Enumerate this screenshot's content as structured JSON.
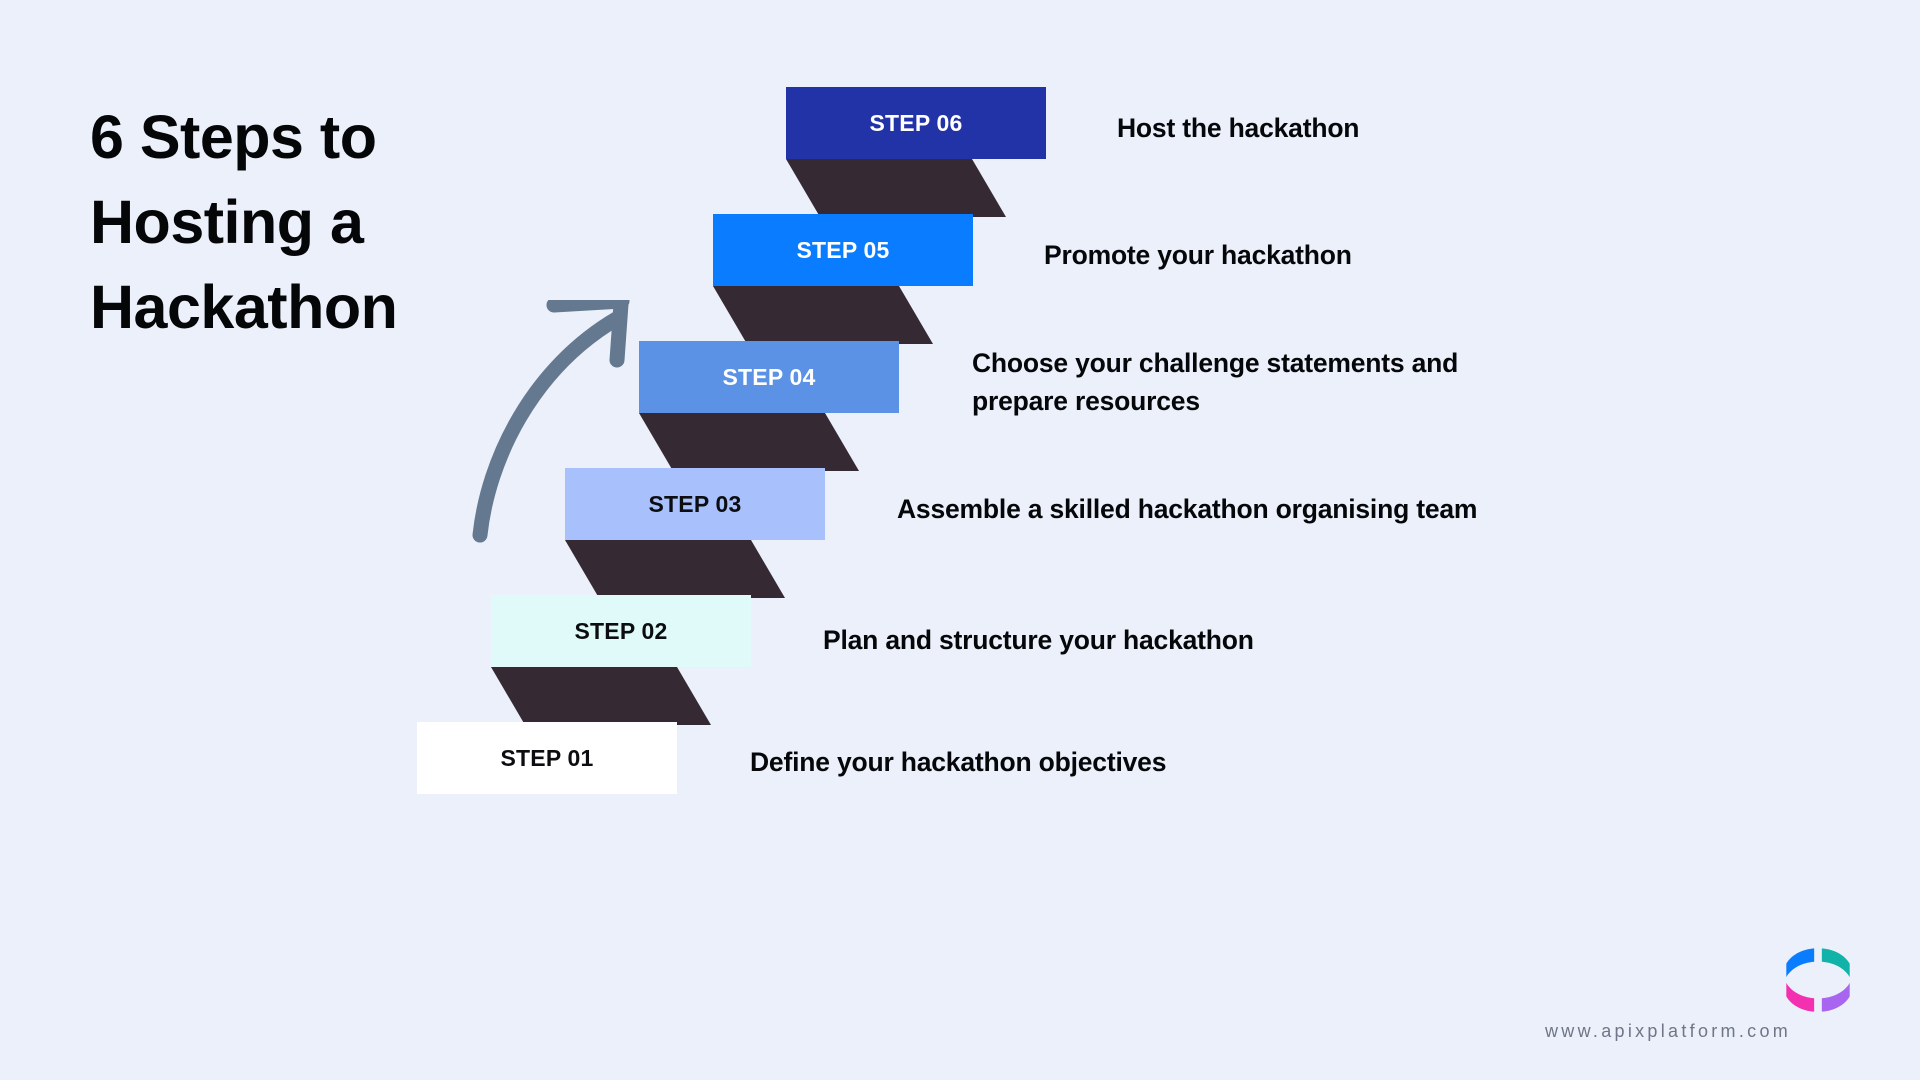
{
  "background_color": "#ebf0fa",
  "title": {
    "lines": [
      "6 Steps to",
      "Hosting a",
      "Hackathon"
    ],
    "color": "#050608"
  },
  "steps": [
    {
      "label": "STEP 01",
      "description": "Define your hackathon objectives",
      "block_color": "#ffffff",
      "label_color": "#0c0d10",
      "riser_color": "#352a33"
    },
    {
      "label": "STEP 02",
      "description": "Plan and structure your hackathon",
      "block_color": "#e0fafa",
      "label_color": "#0c0d10",
      "riser_color": "#352a33"
    },
    {
      "label": "STEP 03",
      "description": "Assemble a skilled hackathon organising team",
      "block_color": "#a8c0fc",
      "label_color": "#0c0d10",
      "riser_color": "#352a33"
    },
    {
      "label": "STEP 04",
      "description": "Choose your challenge statements and prepare resources",
      "block_color": "#5b92e5",
      "label_color": "#ffffff",
      "riser_color": "#352a33"
    },
    {
      "label": "STEP 05",
      "description": "Promote your hackathon",
      "block_color": "#0a7cff",
      "label_color": "#ffffff",
      "riser_color": "#352a33"
    },
    {
      "label": "STEP 06",
      "description": "Host the hackathon",
      "block_color": "#2233a8",
      "label_color": "#ffffff",
      "riser_color": "#352a33"
    }
  ],
  "arrow": {
    "color": "#64798f",
    "name": "upward-curved-arrow"
  },
  "brand": {
    "url": "www.apixplatform.com",
    "url_color": "#6e7687",
    "logo_colors": {
      "top_left": "#0a7cff",
      "top_right": "#11b3a8",
      "bottom_left": "#f230b0",
      "bottom_right": "#a765f0"
    }
  }
}
